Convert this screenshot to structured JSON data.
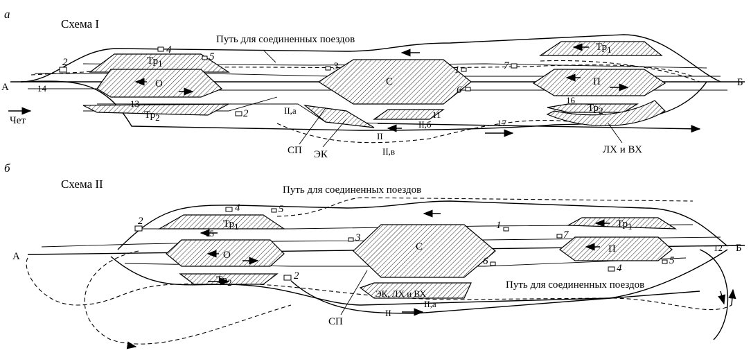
{
  "panel_a": {
    "letter": "а",
    "title": "Схема I",
    "joint_trains_track": "Путь для соединенных поездов",
    "yards": {
      "O": "О",
      "C": "С",
      "P": "П",
      "tr1_left": "Тр",
      "tr1_left_sub": "1",
      "tr2_left": "Тр",
      "tr2_left_sub": "2",
      "tr1_right": "Тр",
      "tr1_right_sub": "1",
      "tr2_right": "Тр",
      "tr2_right_sub": "2"
    },
    "stations": {
      "left": "А",
      "right": "Б"
    },
    "direction": "Чет",
    "points": [
      "4",
      "2",
      "5",
      "3",
      "1",
      "6",
      "7",
      "2"
    ],
    "tracks": [
      "14",
      "13",
      "II,а",
      "II,б",
      "II",
      "II,в",
      "16",
      "17",
      "11"
    ],
    "callouts": [
      "СП",
      "ЭК",
      "ЛХ и ВХ"
    ]
  },
  "panel_b": {
    "letter": "б",
    "title": "Схема II",
    "joint_trains_track_top": "Путь для соединенных поездов",
    "joint_trains_track_bottom": "Путь для соединенных поездов",
    "yards": {
      "O": "О",
      "C": "С",
      "P": "П",
      "tr1_left": "Тр",
      "tr1_left_sub": "1",
      "tr2_left": "Тр",
      "tr2_left_sub": "2",
      "tr1_right": "Тр",
      "tr1_right_sub": "1"
    },
    "stations": {
      "left": "А",
      "right": "Б"
    },
    "points": [
      "2",
      "4",
      "5",
      "3",
      "2",
      "1",
      "7",
      "6",
      "4",
      "5"
    ],
    "tracks": [
      "15",
      "II,а",
      "II",
      "12"
    ],
    "callouts": [
      "ЭК, ЛХ и ВХ",
      "СП"
    ]
  }
}
